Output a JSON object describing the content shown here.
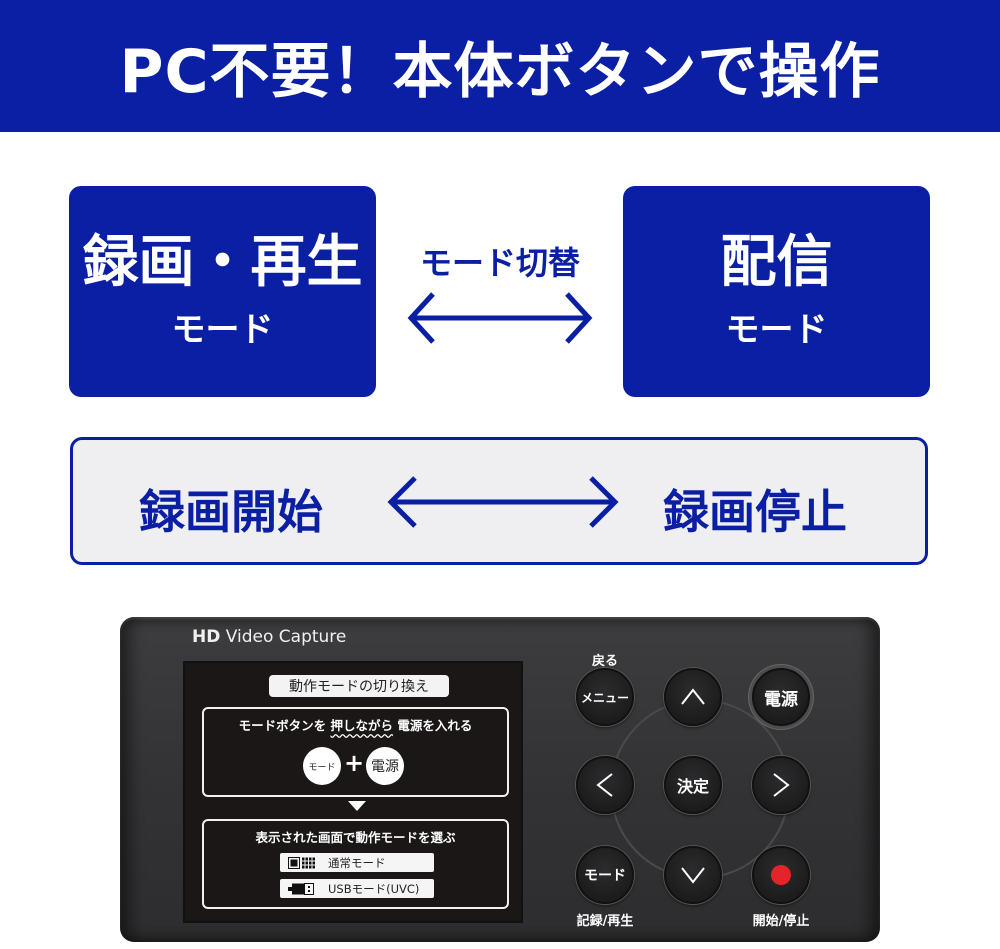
{
  "header": {
    "title": "PC不要！本体ボタンで操作"
  },
  "modes": {
    "left": {
      "main": "録画・再生",
      "sub": "モード"
    },
    "switch_label": "モード切替",
    "right": {
      "main": "配信",
      "sub": "モード"
    }
  },
  "recording": {
    "start": "録画開始",
    "stop": "録画停止"
  },
  "device": {
    "brand_bold": "HD",
    "brand_rest": " Video Capture",
    "screen": {
      "title": "動作モードの切り換え",
      "step1_pre": "モードボタンを ",
      "step1_emph": "押しながら",
      "step1_post": " 電源を入れる",
      "circle_mode": "モード",
      "plus": "+",
      "circle_power": "電源",
      "step2": "表示された画面で動作モードを選ぶ",
      "options": [
        {
          "icon": "normal-mode-icon",
          "label": "通常モード"
        },
        {
          "icon": "usb-icon",
          "label": "USBモード(UVC)"
        }
      ]
    },
    "buttons": {
      "back_caption": "戻る",
      "menu": "メニュー",
      "up": "∧",
      "power": "電源",
      "left": "<",
      "enter": "決定",
      "right": ">",
      "mode": "モード",
      "down": "∨",
      "record_color": "#e3242b",
      "mode_caption": "記録/再生",
      "record_caption": "開始/停止"
    }
  },
  "colors": {
    "brand_blue": "#0a1fa3",
    "panel_gray": "#efeff1"
  }
}
